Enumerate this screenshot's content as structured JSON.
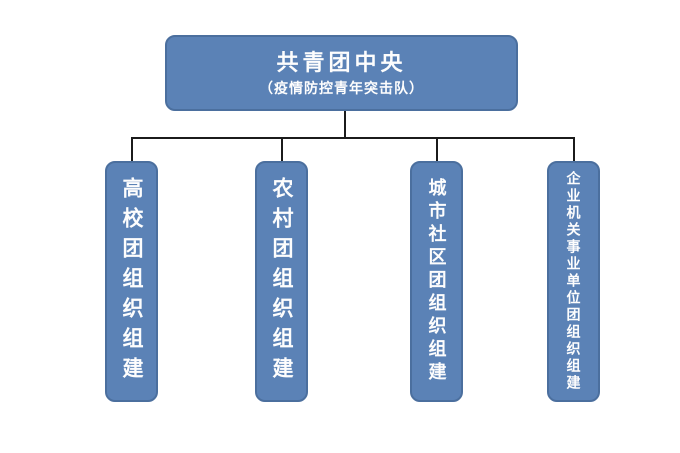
{
  "org_chart": {
    "root": {
      "title": "共青团中央",
      "subtitle": "（疫情防控青年突击队）"
    },
    "branches": [
      {
        "label": "高校团组织组建"
      },
      {
        "label": "农村团组织组建"
      },
      {
        "label": "城市社区团组织组建"
      },
      {
        "label": "企业机关事业单位团组织组建"
      }
    ],
    "colors": {
      "background": "#ffffff",
      "box_fill": "#5b82b6",
      "box_border": "#4b6f9e",
      "text": "#fdfdfd",
      "connector": "#1b1b1b"
    }
  }
}
